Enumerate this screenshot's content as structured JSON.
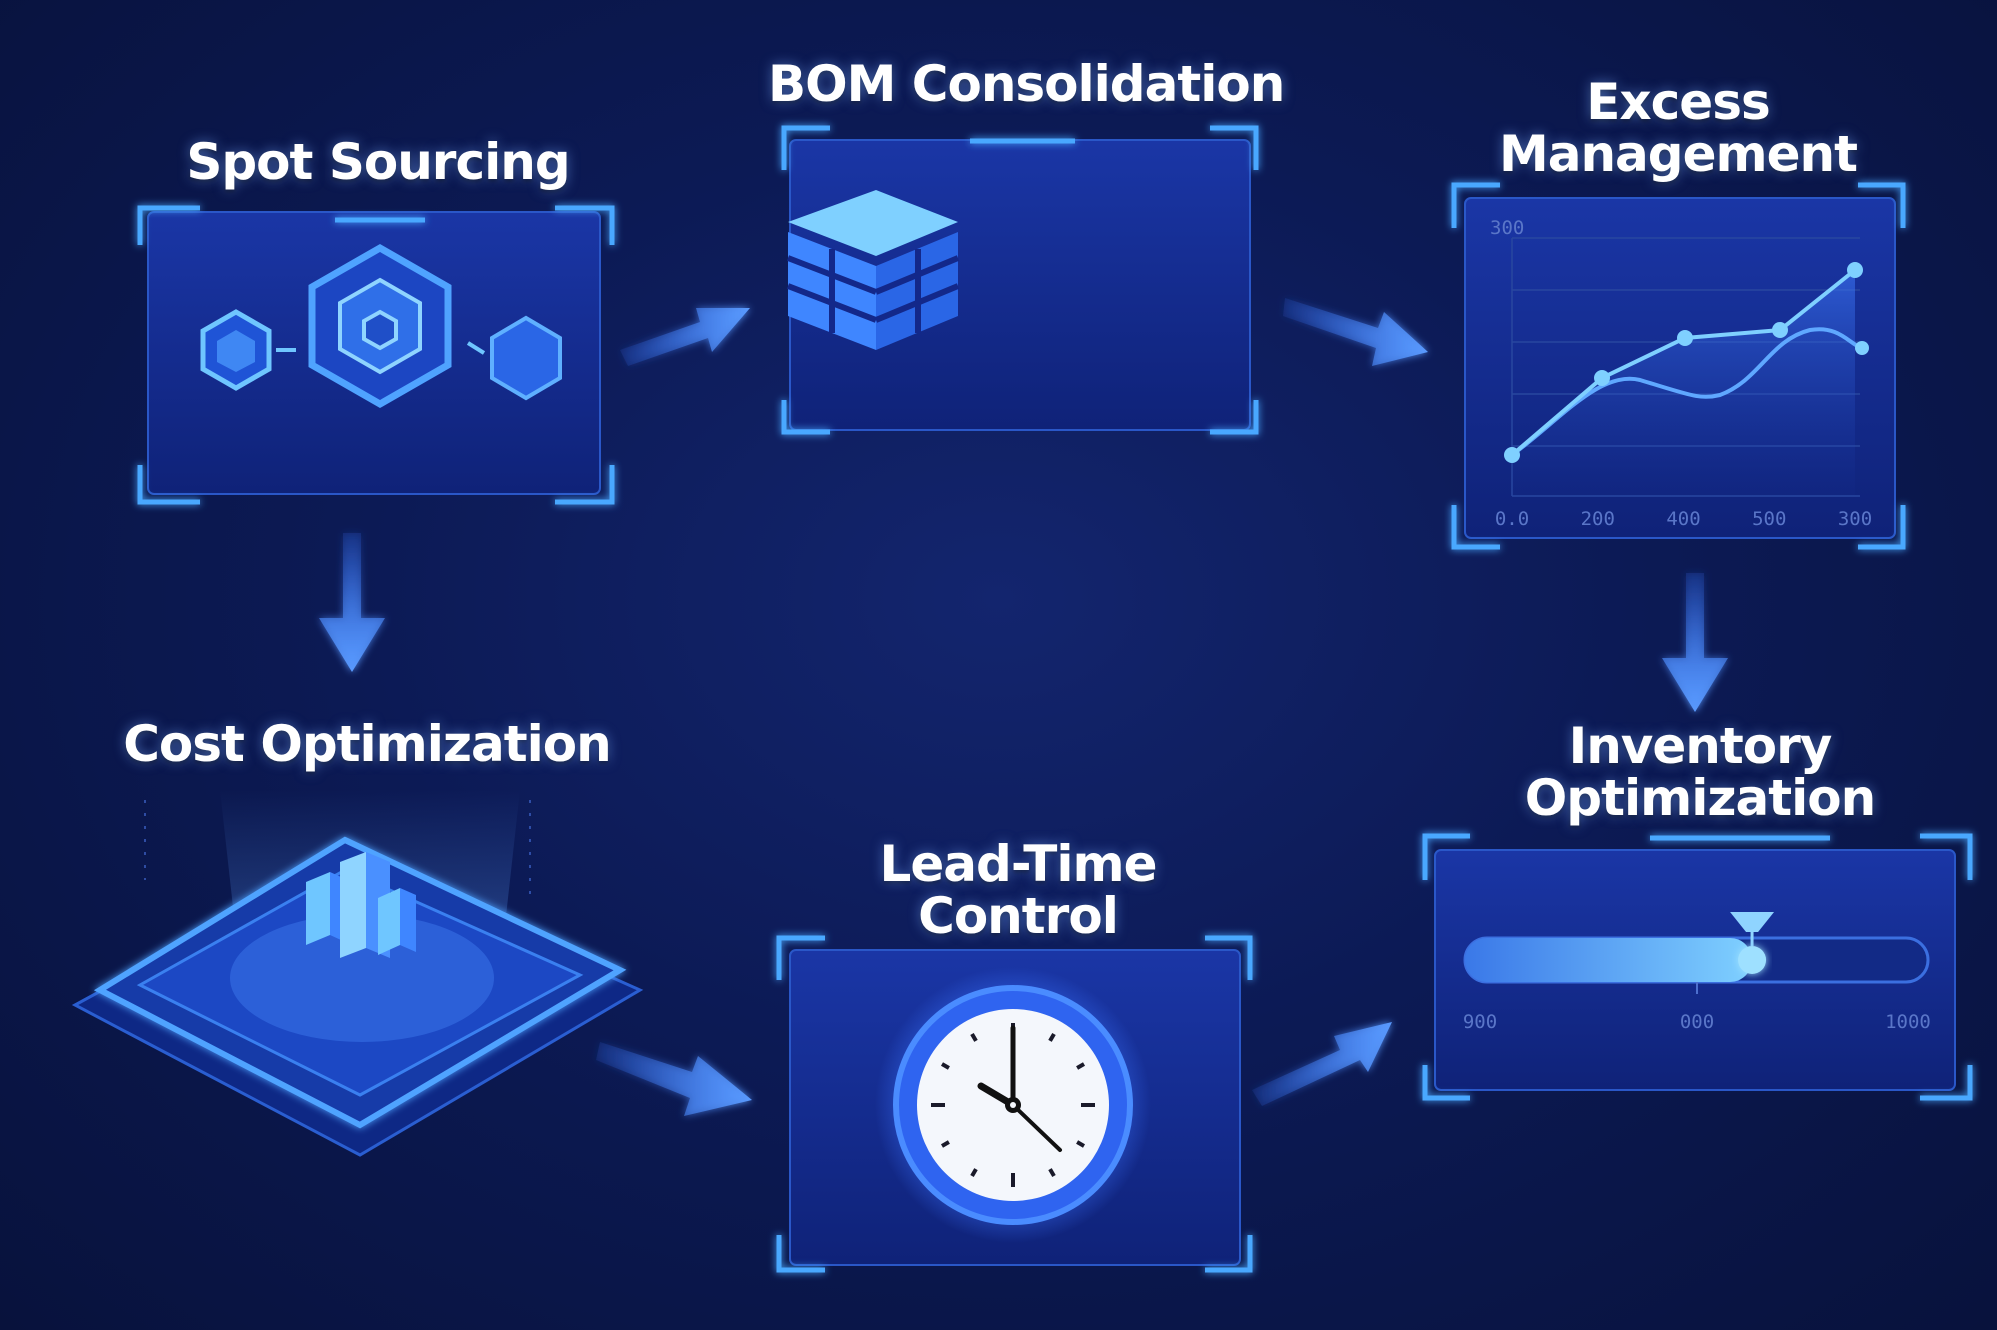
{
  "stages": {
    "spot_sourcing": {
      "title": "Spot Sourcing"
    },
    "bom_consolidation": {
      "title": "BOM Consolidation"
    },
    "excess_management": {
      "title_line1": "Excess",
      "title_line2": "Management",
      "axis_top_label": "300",
      "x_tick_labels": [
        "0.0",
        "200",
        "400",
        "500",
        "300"
      ]
    },
    "cost_optimization": {
      "title": "Cost Optimization"
    },
    "lead_time_control": {
      "title_line1": "Lead-Time",
      "title_line2": "Control"
    },
    "inventory_optimization": {
      "title_line1": "Inventory",
      "title_line2": "Optimization",
      "slider_fill_fraction": 0.62,
      "tick_labels": [
        "900",
        "000",
        "1000"
      ]
    }
  },
  "colors": {
    "background": "#0c1a55",
    "panel_fill": "#13288a",
    "frame_accent": "#4aa8ff",
    "arrow": "#4b8bff",
    "icon_light": "#6fc6ff"
  }
}
